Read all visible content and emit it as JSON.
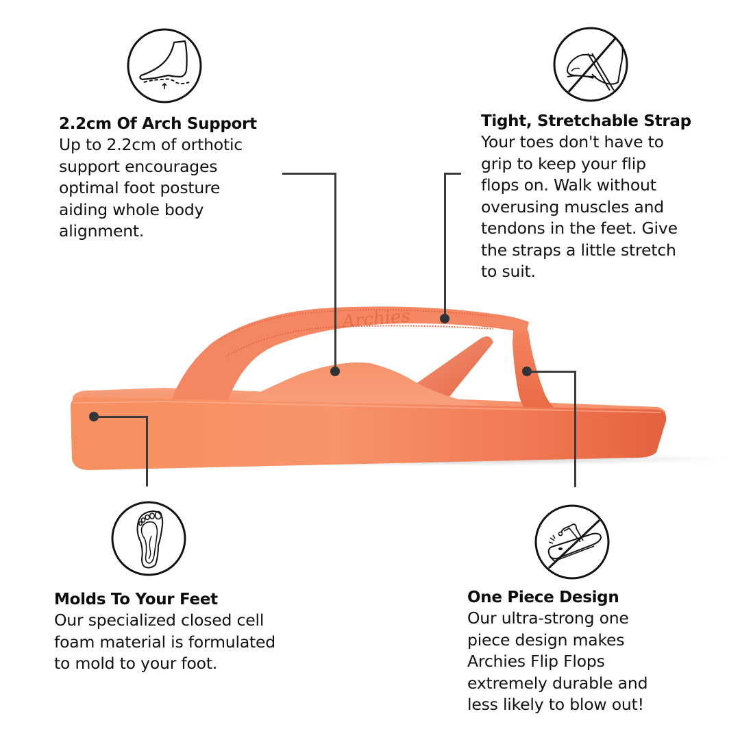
{
  "colors": {
    "background": "#ffffff",
    "product": "#f58a62",
    "product_shadow": "#e5684a",
    "leader_line": "#3a3a3a",
    "text": "#111111"
  },
  "features": [
    {
      "id": "arch-support",
      "icon": "foot-arch-icon",
      "title": "2.2cm Of Arch Support",
      "lines": [
        "Up to 2.2cm of orthotic",
        "support encourages",
        "optimal foot posture",
        "aiding whole body",
        "alignment."
      ]
    },
    {
      "id": "stretchable-strap",
      "icon": "no-toe-grip-icon",
      "title": "Tight, Stretchable Strap",
      "lines": [
        "Your toes don't have to",
        "grip to keep your flip",
        "flops on. Walk without",
        "overusing muscles and",
        "tendons in the feet. Give",
        "the straps a little stretch",
        "to suit."
      ]
    },
    {
      "id": "molds-to-feet",
      "icon": "footprint-insole-icon",
      "title": "Molds To Your Feet",
      "lines": [
        "Our specialized closed cell",
        "foam material is formulated",
        "to mold to your foot."
      ]
    },
    {
      "id": "one-piece",
      "icon": "no-blowout-icon",
      "title": "One Piece Design",
      "lines": [
        "Our ultra-strong one",
        "piece design makes",
        "Archies Flip Flops",
        "extremely durable and",
        "less likely to blow out!"
      ]
    }
  ],
  "product": {
    "name": "Archies Flip Flop",
    "strap_emboss": "Archies"
  }
}
